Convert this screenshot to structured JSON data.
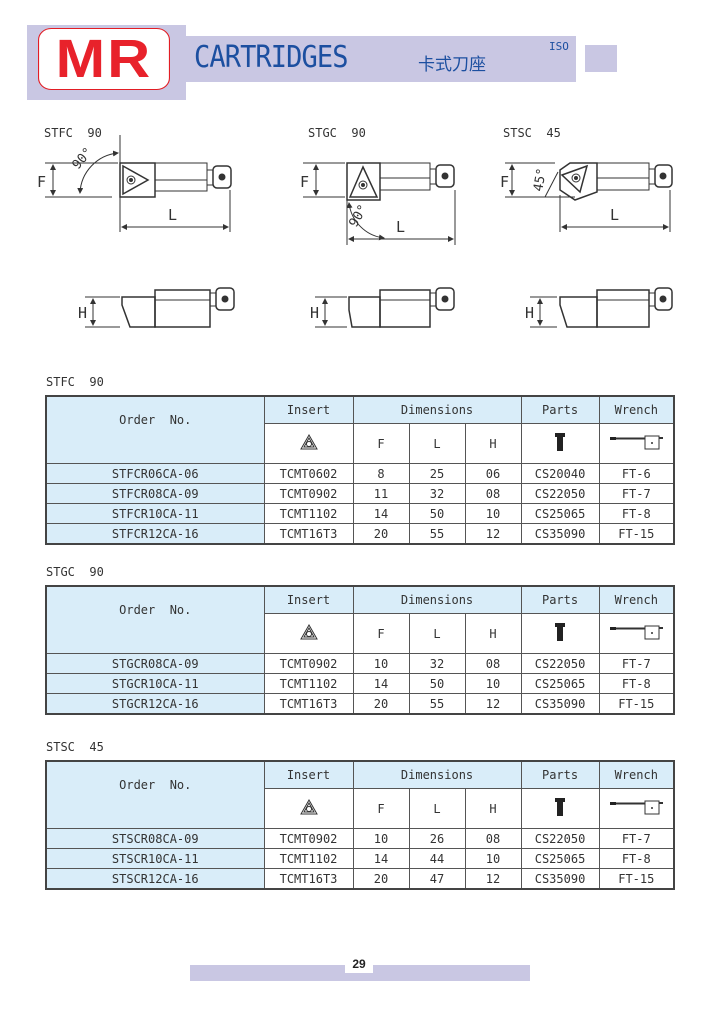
{
  "header": {
    "logo_text": "MR",
    "title": "CARTRIDGES",
    "title_cn": "卡式刀座",
    "standard": "ISO"
  },
  "drawings": [
    {
      "label": "STFC  90",
      "angle": "90°",
      "dim_f": "F",
      "dim_l": "L",
      "dim_h": "H"
    },
    {
      "label": "STGC  90",
      "angle": "90°",
      "dim_f": "F",
      "dim_l": "L",
      "dim_h": "H"
    },
    {
      "label": "STSC  45",
      "angle": "45°",
      "dim_f": "F",
      "dim_l": "L",
      "dim_h": "H"
    }
  ],
  "table_headers": {
    "order_no": "Order  No.",
    "insert": "Insert",
    "dimensions": "Dimensions",
    "parts": "Parts",
    "wrench": "Wrench",
    "f": "F",
    "l": "L",
    "h": "H",
    "insert_icon": "insert-icon",
    "parts_icon": "screw-icon",
    "wrench_icon": "wrench-icon"
  },
  "tables": [
    {
      "title": "STFC  90",
      "rows": [
        [
          "STFCR06CA-06",
          "TCMT0602",
          "8",
          "25",
          "06",
          "CS20040",
          "FT-6"
        ],
        [
          "STFCR08CA-09",
          "TCMT0902",
          "11",
          "32",
          "08",
          "CS22050",
          "FT-7"
        ],
        [
          "STFCR10CA-11",
          "TCMT1102",
          "14",
          "50",
          "10",
          "CS25065",
          "FT-8"
        ],
        [
          "STFCR12CA-16",
          "TCMT16T3",
          "20",
          "55",
          "12",
          "CS35090",
          "FT-15"
        ]
      ]
    },
    {
      "title": "STGC  90",
      "rows": [
        [
          "STGCR08CA-09",
          "TCMT0902",
          "10",
          "32",
          "08",
          "CS22050",
          "FT-7"
        ],
        [
          "STGCR10CA-11",
          "TCMT1102",
          "14",
          "50",
          "10",
          "CS25065",
          "FT-8"
        ],
        [
          "STGCR12CA-16",
          "TCMT16T3",
          "20",
          "55",
          "12",
          "CS35090",
          "FT-15"
        ]
      ]
    },
    {
      "title": "STSC  45",
      "rows": [
        [
          "STSCR08CA-09",
          "TCMT0902",
          "10",
          "26",
          "08",
          "CS22050",
          "FT-7"
        ],
        [
          "STSCR10CA-11",
          "TCMT1102",
          "14",
          "44",
          "10",
          "CS25065",
          "FT-8"
        ],
        [
          "STSCR12CA-16",
          "TCMT16T3",
          "20",
          "47",
          "12",
          "CS35090",
          "FT-15"
        ]
      ]
    }
  ],
  "footer": {
    "page_number": "29"
  },
  "colors": {
    "brand_red": "#e8222b",
    "title_blue": "#1c4fa0",
    "band": "#c9c7e3",
    "header_cell": "#d9edf9"
  }
}
